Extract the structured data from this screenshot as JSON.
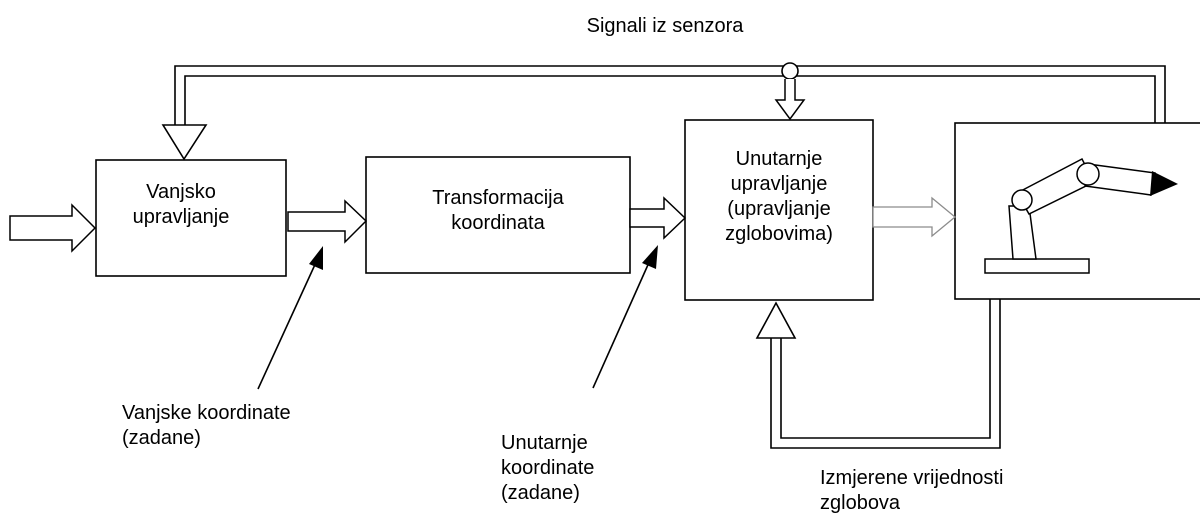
{
  "diagram": {
    "top_label": "Signali iz senzora",
    "blocks": {
      "outer_control": [
        "Vanjsko",
        "upravljanje"
      ],
      "transformation": [
        "Transformacija",
        "koordinata"
      ],
      "inner_control": [
        "Unutarnje",
        "upravljanje",
        "(upravljanje",
        "zglobovima)"
      ]
    },
    "annotations": {
      "outer_coords": [
        "Vanjske koordinate",
        "(zadane)"
      ],
      "inner_coords": [
        "Unutarnje",
        "koordinate",
        "(zadane)"
      ],
      "measured": [
        "Izmjerene vrijednosti",
        "zglobova"
      ]
    },
    "colors": {
      "line": "#000000",
      "background": "#ffffff",
      "faint_arrow": "#8c8c8c"
    }
  }
}
